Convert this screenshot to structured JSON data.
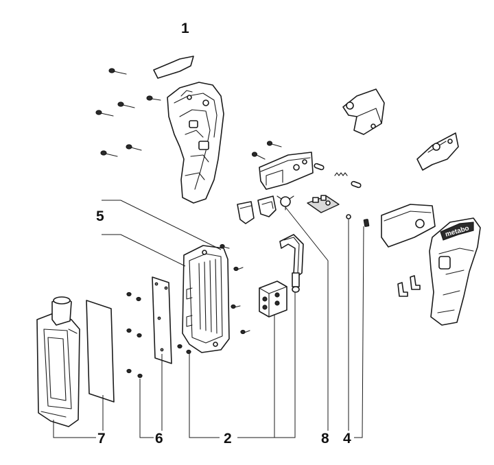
{
  "callouts": {
    "c1": "1",
    "c2": "2",
    "c4": "4",
    "c5": "5",
    "c6": "6",
    "c7": "7",
    "c8": "8"
  },
  "brand_label": "metabo",
  "colors": {
    "line": "#1a1a1a",
    "fill": "#ffffff",
    "shade": "#d9d9d9"
  }
}
